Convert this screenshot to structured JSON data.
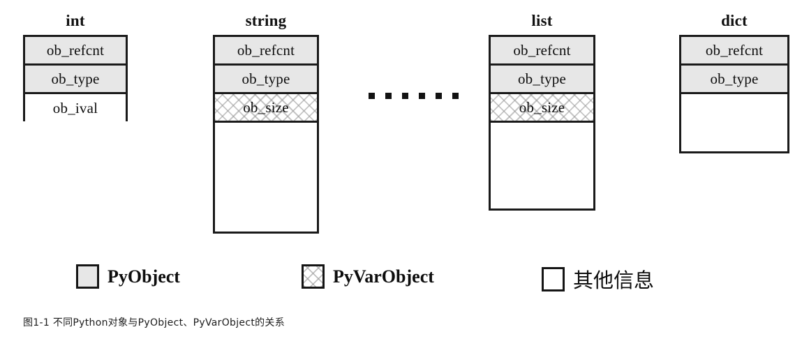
{
  "figure": {
    "caption": "图1-1 不同Python对象与PyObject、PyVarObject的关系",
    "ellipsis_dot_count": 6
  },
  "objects": [
    {
      "title": "int",
      "fields": [
        {
          "label": "ob_refcnt",
          "category": "PyObject"
        },
        {
          "label": "ob_type",
          "category": "PyObject"
        },
        {
          "label": "ob_ival",
          "category": "other"
        }
      ],
      "has_filler": false
    },
    {
      "title": "string",
      "fields": [
        {
          "label": "ob_refcnt",
          "category": "PyObject"
        },
        {
          "label": "ob_type",
          "category": "PyObject"
        },
        {
          "label": "ob_size",
          "category": "PyVarObject"
        }
      ],
      "has_filler": true
    },
    {
      "title": "list",
      "fields": [
        {
          "label": "ob_refcnt",
          "category": "PyObject"
        },
        {
          "label": "ob_type",
          "category": "PyObject"
        },
        {
          "label": "ob_size",
          "category": "PyVarObject"
        }
      ],
      "has_filler": true
    },
    {
      "title": "dict",
      "fields": [
        {
          "label": "ob_refcnt",
          "category": "PyObject"
        },
        {
          "label": "ob_type",
          "category": "PyObject"
        }
      ],
      "has_filler": true
    }
  ],
  "legend": [
    {
      "label": "PyObject",
      "swatch": "pyobject",
      "cjk": false
    },
    {
      "label": "PyVarObject",
      "swatch": "pyvarobject",
      "cjk": false
    },
    {
      "label": "其他信息",
      "swatch": "other",
      "cjk": true
    }
  ],
  "colors": {
    "pyobject_fill": "#E7E7E7",
    "pyvarobject_hatch": "#969696",
    "other_fill": "#FFFFFF",
    "border": "#1A1A1A",
    "text": "#0D0D0D",
    "background": "#FFFFFF"
  }
}
